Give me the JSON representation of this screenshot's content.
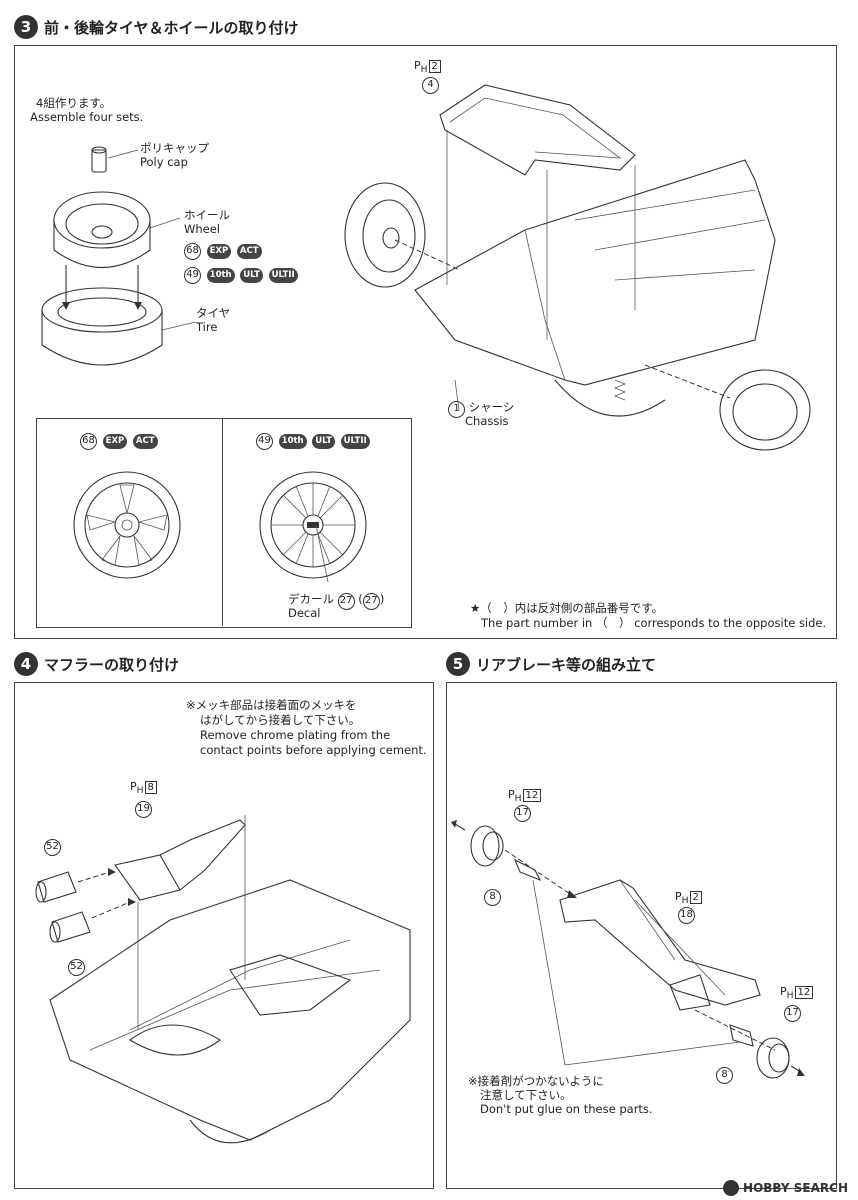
{
  "step3": {
    "number": "3",
    "title": "前・後輪タイヤ＆ホイールの取り付け",
    "ph_part": "2",
    "part_4": "4",
    "assemble_ja": "4組作ります。",
    "assemble_en": "Assemble four sets.",
    "polycap_ja": "ポリキャップ",
    "polycap_en": "Poly cap",
    "wheel_ja": "ホイール",
    "wheel_en": "Wheel",
    "wheel_part_a": "68",
    "wheel_part_b": "49",
    "badges_a": [
      "EXP",
      "ACT"
    ],
    "badges_b": [
      "10th",
      "ULT",
      "ULTII"
    ],
    "tire_ja": "タイヤ",
    "tire_en": "Tire",
    "chassis_num": "1",
    "chassis_ja": "シャーシ",
    "chassis_en": "Chassis",
    "decal_ja": "デカール",
    "decal_part": "27",
    "decal_part_opp": "27",
    "decal_en": "Decal",
    "note_ja": "★（　）内は反対側の部品番号です。",
    "note_en": "The part number in （　） corresponds to the opposite side."
  },
  "step4": {
    "number": "4",
    "title": "マフラーの取り付け",
    "note_ja_1": "※メッキ部品は接着面のメッキを",
    "note_ja_2": "はがしてから接着して下さい。",
    "note_en_1": "Remove chrome plating from the",
    "note_en_2": "contact points before applying cement.",
    "ph_part": "8",
    "part_19": "19",
    "part_52a": "52",
    "part_52b": "52"
  },
  "step5": {
    "number": "5",
    "title": "リアブレーキ等の組み立て",
    "ph_12a": "12",
    "part_17a": "17",
    "part_8a": "8",
    "ph_2": "2",
    "part_18": "18",
    "ph_12b": "12",
    "part_17b": "17",
    "part_8b": "8",
    "note_ja_1": "※接着剤がつかないように",
    "note_ja_2": "注意して下さい。",
    "note_en": "Don't put glue on these parts."
  },
  "watermark": "HOBBY SEARCH"
}
